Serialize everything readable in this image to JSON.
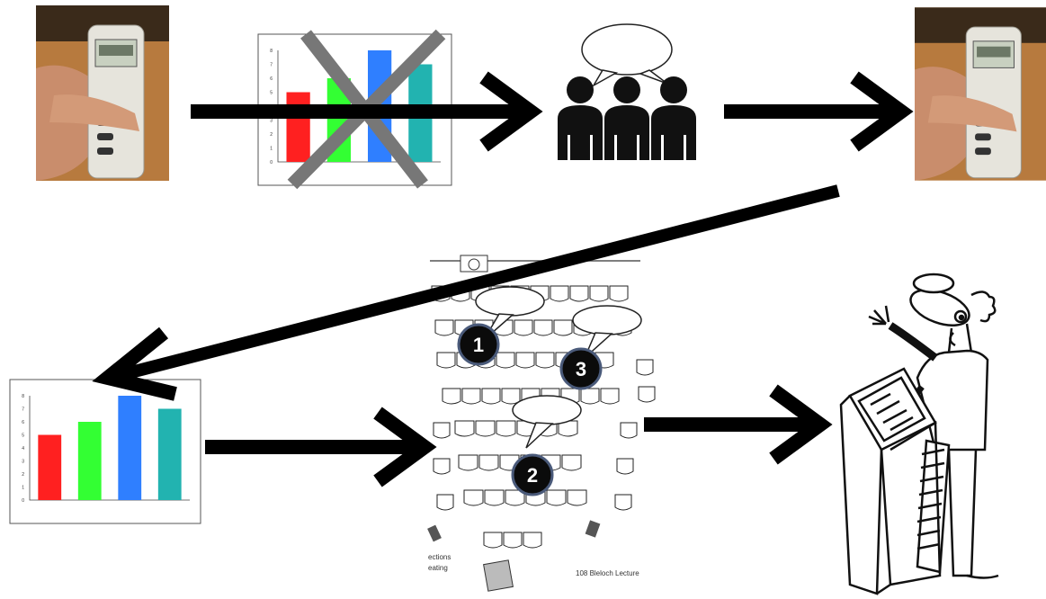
{
  "steps": [
    {
      "id": "clicker-1",
      "icon": "clicker-remote-icon"
    },
    {
      "id": "results-hidden",
      "icon": "bar-chart-crossed-icon"
    },
    {
      "id": "peer-discussion",
      "icon": "group-discussion-icon"
    },
    {
      "id": "clicker-2",
      "icon": "clicker-remote-icon"
    },
    {
      "id": "results-shown",
      "icon": "bar-chart-icon"
    },
    {
      "id": "lecture-hall",
      "icon": "lecture-hall-seating-icon"
    },
    {
      "id": "lecturer",
      "icon": "lecturer-at-podium-icon"
    }
  ],
  "hall": {
    "bubbles": [
      "1",
      "2",
      "3"
    ],
    "caption_left_top": "ections",
    "caption_left_bottom": "eating",
    "caption_right": "108 Bleloch Lecture"
  },
  "chart_data": [
    {
      "type": "bar",
      "categories": [
        "",
        "",
        "",
        ""
      ],
      "values": [
        5,
        6,
        8,
        7
      ],
      "ylim": [
        0,
        8
      ],
      "colors": [
        "#ff2020",
        "#33ff33",
        "#2f7fff",
        "#22b3b0"
      ],
      "crossed_out": true
    },
    {
      "type": "bar",
      "categories": [
        "",
        "",
        "",
        ""
      ],
      "values": [
        5,
        6,
        8,
        7
      ],
      "ylim": [
        0,
        8
      ],
      "colors": [
        "#ff2020",
        "#33ff33",
        "#2f7fff",
        "#22b3b0"
      ],
      "crossed_out": false
    }
  ],
  "colors": {
    "arrow": "#000000",
    "cross": "#777777",
    "badge": "#0b0b0b"
  }
}
